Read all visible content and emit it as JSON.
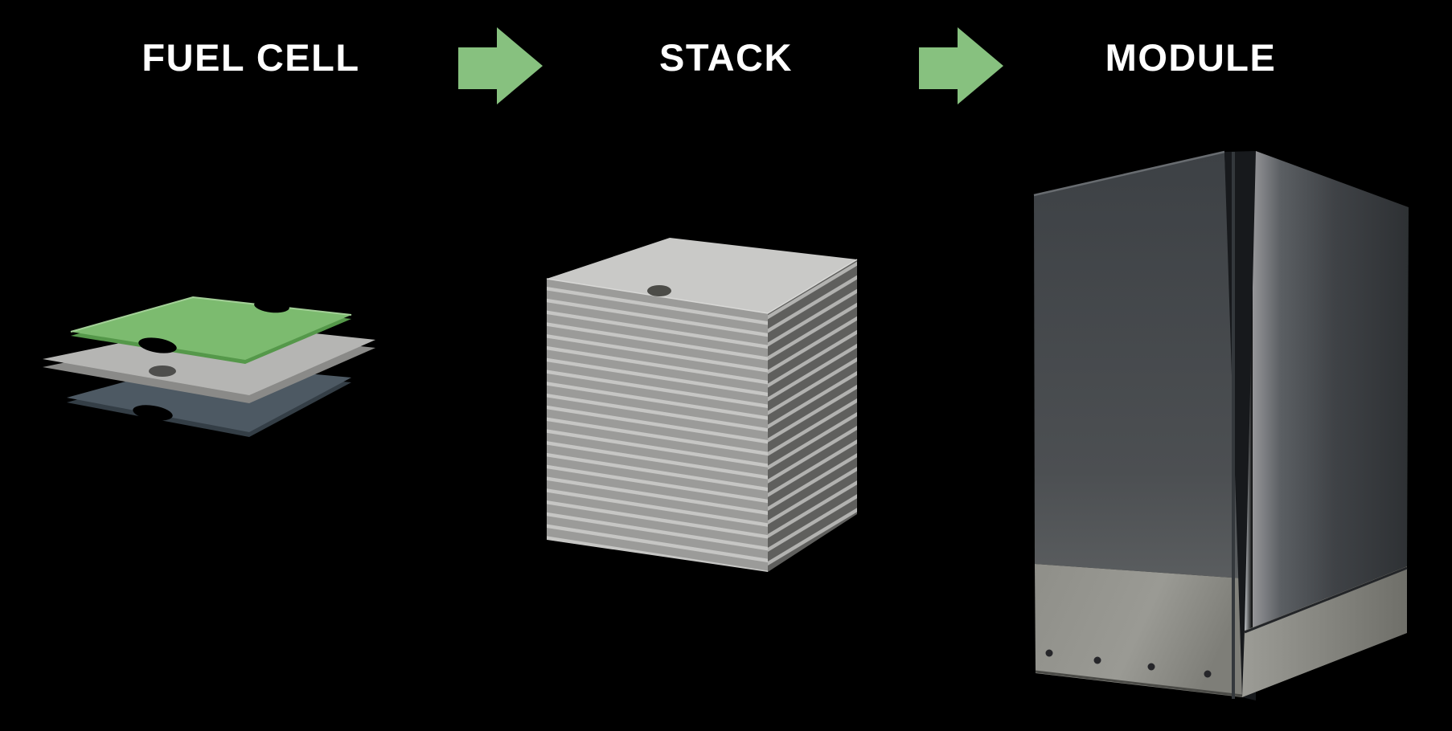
{
  "page": {
    "background_color": "#000000",
    "text_color": "#FFFFFF"
  },
  "stages": [
    {
      "id": "fuel-cell",
      "label": "FUEL CELL"
    },
    {
      "id": "stack",
      "label": "STACK"
    },
    {
      "id": "module",
      "label": "MODULE"
    }
  ],
  "arrows": {
    "icon": "arrow-right",
    "color": "#87C17F",
    "count": 2
  },
  "illustrations": {
    "fuel_cell": {
      "name": "exploded-fuel-cell-layers",
      "top_plate_color": "#7CBB6F",
      "middle_plate_color": "#B5B5B3",
      "bottom_plate_color": "#4D5963"
    },
    "stack": {
      "name": "plate-stack",
      "plate_count": 22,
      "top_color": "#C9C9C7",
      "front_color": "#9B9B99",
      "side_color": "#5F5F5D"
    },
    "module": {
      "name": "module-cabinet",
      "front_color": "#404448",
      "base_color": "#8A8A86"
    }
  }
}
